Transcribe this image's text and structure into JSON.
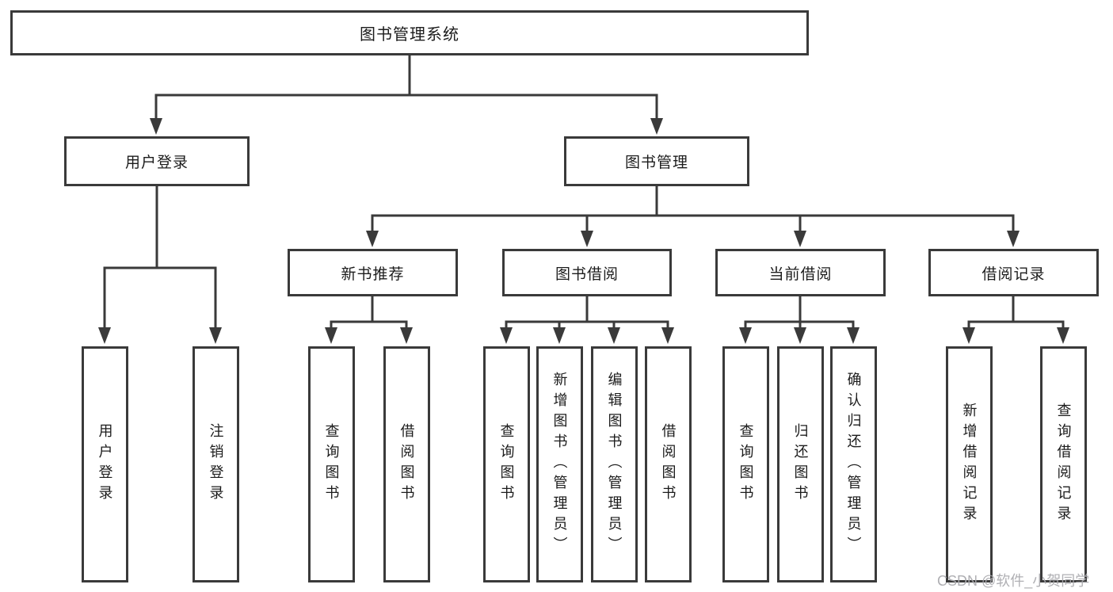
{
  "diagram": {
    "type": "tree",
    "nodes": {
      "root": {
        "label": "图书管理系统"
      },
      "user_login": {
        "label": "用户登录"
      },
      "book_management": {
        "label": "图书管理"
      },
      "new_book_recommend": {
        "label": "新书推荐"
      },
      "book_borrowing": {
        "label": "图书借阅"
      },
      "current_borrowing": {
        "label": "当前借阅"
      },
      "borrowing_records": {
        "label": "借阅记录"
      },
      "login_leaf": {
        "label": "用户登录"
      },
      "logout_leaf": {
        "label": "注销登录"
      },
      "recommend_query_books": {
        "label": "查询图书"
      },
      "recommend_borrow_books": {
        "label": "借阅图书"
      },
      "borrowing_query_books": {
        "label": "查询图书"
      },
      "borrowing_add_books": {
        "label": "新增图书（管理员）"
      },
      "borrowing_edit_books": {
        "label": "编辑图书（管理员）"
      },
      "borrowing_borrow_books": {
        "label": "借阅图书"
      },
      "current_query_books": {
        "label": "查询图书"
      },
      "current_return_books": {
        "label": "归还图书"
      },
      "current_confirm_return": {
        "label": "确认归还（管理员）"
      },
      "records_add_record": {
        "label": "新增借阅记录"
      },
      "records_query_record": {
        "label": "查询借阅记录"
      }
    },
    "edges": [
      [
        "root",
        "user_login"
      ],
      [
        "root",
        "book_management"
      ],
      [
        "user_login",
        "login_leaf"
      ],
      [
        "user_login",
        "logout_leaf"
      ],
      [
        "book_management",
        "new_book_recommend"
      ],
      [
        "book_management",
        "book_borrowing"
      ],
      [
        "book_management",
        "current_borrowing"
      ],
      [
        "book_management",
        "borrowing_records"
      ],
      [
        "new_book_recommend",
        "recommend_query_books"
      ],
      [
        "new_book_recommend",
        "recommend_borrow_books"
      ],
      [
        "book_borrowing",
        "borrowing_query_books"
      ],
      [
        "book_borrowing",
        "borrowing_add_books"
      ],
      [
        "book_borrowing",
        "borrowing_edit_books"
      ],
      [
        "book_borrowing",
        "borrowing_borrow_books"
      ],
      [
        "current_borrowing",
        "current_query_books"
      ],
      [
        "current_borrowing",
        "current_return_books"
      ],
      [
        "current_borrowing",
        "current_confirm_return"
      ],
      [
        "borrowing_records",
        "records_add_record"
      ],
      [
        "borrowing_records",
        "records_query_record"
      ]
    ]
  },
  "watermark": {
    "text": "CSDN @软件_小贺同学"
  },
  "colors": {
    "line": "#3a3a3a",
    "box_border": "#3a3a3a",
    "text": "#1c1c1c",
    "watermark_gray": "#a9a9ad",
    "background": "#ffffff"
  }
}
